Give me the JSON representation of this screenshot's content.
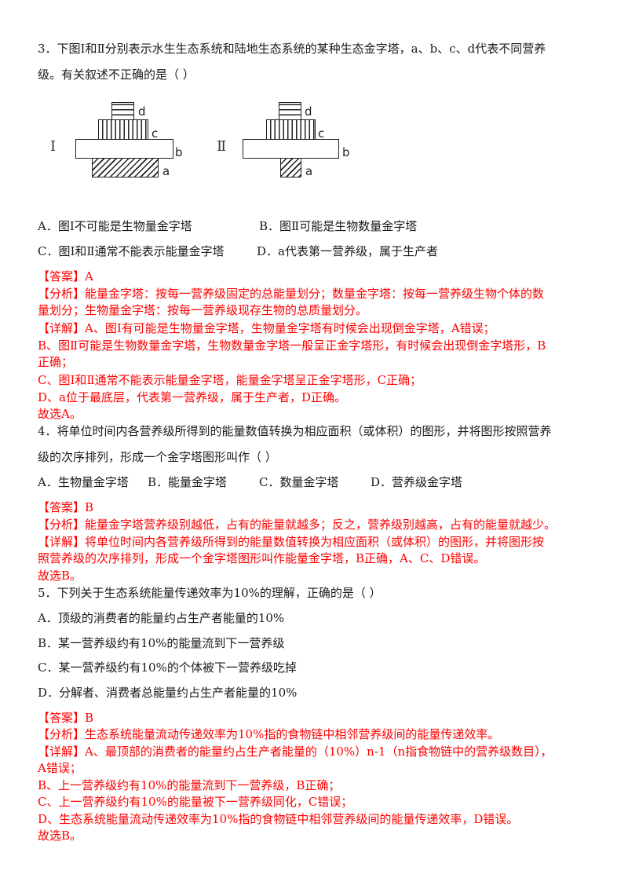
{
  "q3": {
    "stem_line1": "3．下图Ⅰ和Ⅱ分别表示水生生态系统和陆地生态系统的某种生态金字塔，a、b、c、d代表不同营养",
    "stem_line2": "级。有关叙述不正确的是（    ）",
    "diagram": {
      "fig1_label": "Ⅰ",
      "fig2_label": "Ⅱ",
      "level_labels": {
        "a": "a",
        "b": "b",
        "c": "c",
        "d": "d"
      }
    },
    "options": {
      "A": "A．图Ⅰ不可能是生物量金字塔",
      "B": "B．图Ⅱ可能是生物数量金字塔",
      "C": "C．图Ⅰ和Ⅱ通常不能表示能量金字塔",
      "D": "D．a代表第一营养级，属于生产者"
    },
    "answer": "【答案】A",
    "analysis_line1": "【分析】能量金字塔：按每一营养级固定的总能量划分；数量金字塔：按每一营养级生物个体的数",
    "analysis_line2": "量划分；生物量金字塔：按每一营养级现存生物的总质量划分。",
    "detail": [
      "【详解】A、图Ⅰ有可能是生物量金字塔，生物量金字塔有时候会出现倒金字塔，A错误；",
      "B、图Ⅱ可能是生物数量金字塔，生物数量金字塔一般呈正金字塔形，有时候会出现倒金字塔形，B",
      "正确；",
      "C、图Ⅰ和Ⅱ通常不能表示能量金字塔，能量金字塔呈正金字塔形，C正确；",
      "D、a位于最底层，代表第一营养级，属于生产者，D正确。",
      "故选A。"
    ]
  },
  "q4": {
    "stem_line1": "4．将单位时间内各营养级所得到的能量数值转换为相应面积（或体积）的图形，并将图形按照营养",
    "stem_line2": "级的次序排列，形成一个金字塔图形叫作（    ）",
    "options": {
      "A": "A．生物量金字塔",
      "B": "B．能量金字塔",
      "C": "C．数量金字塔",
      "D": "D．营养级金字塔"
    },
    "answer": "【答案】B",
    "analysis": "【分析】能量金字塔营养级别越低，占有的能量就越多；反之，营养级别越高，占有的能量就越少。",
    "detail": [
      "【详解】将单位时间内各营养级所得到的能量数值转换为相应面积（或体积）的图形，并将图形按",
      "照营养级的次序排列，形成一个金字塔图形叫作能量金字塔，B正确，A、C、D错误。",
      "故选B。"
    ]
  },
  "q5": {
    "stem": "5．下列关于生态系统能量传递效率为10%的理解，正确的是（    ）",
    "options": {
      "A": "A．顶级的消费者的能量约占生产者能量的10%",
      "B": "B．某一营养级约有10%的能量流到下一营养级",
      "C": "C．某一营养级约有10%的个体被下一营养级吃掉",
      "D": "D．分解者、消费者总能量约占生产者能量的10%"
    },
    "answer": "【答案】B",
    "analysis": "【分析】生态系统能量流动传递效率为10%指的食物链中相邻营养级间的能量传递效率。",
    "detail": [
      "【详解】A、最顶部的消费者的能量约占生产者能量的（10%）n-1（n指食物链中的营养级数目），",
      "A错误；",
      "B、上一营养级约有10%的能量流到下一营养级，B正确；",
      "C、上一营养级约有10%的能量被下一营养级同化，C错误；",
      "D、生态系统能量流动传递效率为10%指的食物链中相邻营养级间的能量传递效率，D错误。",
      "故选B。"
    ]
  },
  "colors": {
    "question_text": "#1a1a1a",
    "solution_text": "#ff0000"
  }
}
